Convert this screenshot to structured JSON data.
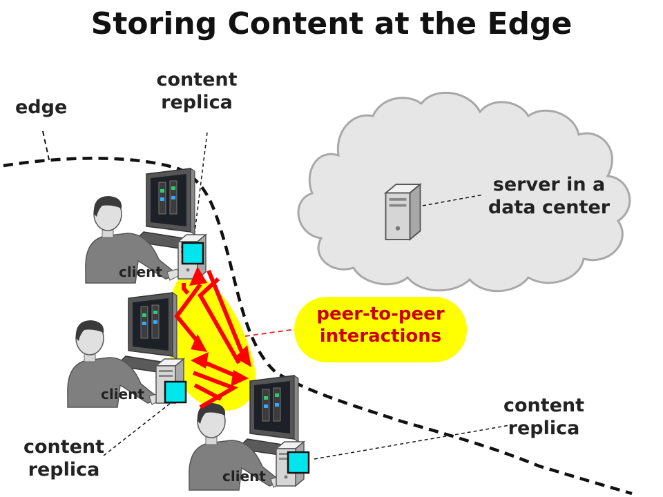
{
  "title": "Storing Content at the Edge",
  "labels": {
    "edge": "edge",
    "replica_top": [
      "content",
      "replica"
    ],
    "replica_left": [
      "content",
      "replica"
    ],
    "replica_right": [
      "content",
      "replica"
    ],
    "server": [
      "server in a",
      "data center"
    ],
    "client": "client",
    "p2p": [
      "peer-to-peer",
      "interactions"
    ]
  },
  "colors": {
    "p2p_highlight": "#ffff00",
    "arrow": "#ff0000",
    "p2p_text": "#cc0000",
    "replica_square": "#00e5ee",
    "cloud_fill": "#e6e6e6",
    "cloud_stroke": "#a8a8a8"
  }
}
